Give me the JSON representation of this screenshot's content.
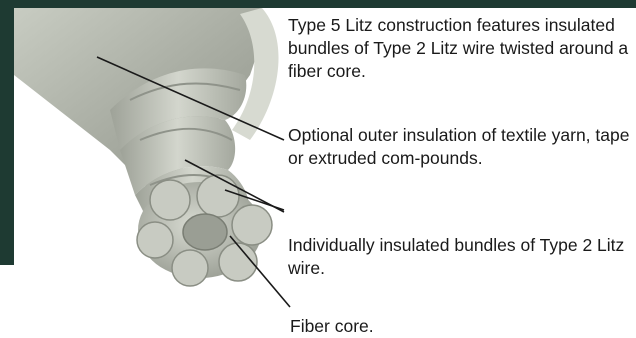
{
  "callouts": {
    "type5_construction": "Type 5 Litz construction features insulated bundles of Type 2 Litz wire twisted around a fiber core.",
    "outer_insulation": "Optional outer insulation of textile yarn, tape or extruded com-pounds.",
    "insulated_bundles": "Individually insulated bundles of Type 2 Litz wire.",
    "fiber_core": "Fiber core."
  },
  "colors": {
    "frame": "#1e3a32",
    "jacket": "#a6aaa0",
    "strand": "#bfc3b9",
    "core": "#8e9288",
    "leader_line": "#1a1a1a"
  }
}
